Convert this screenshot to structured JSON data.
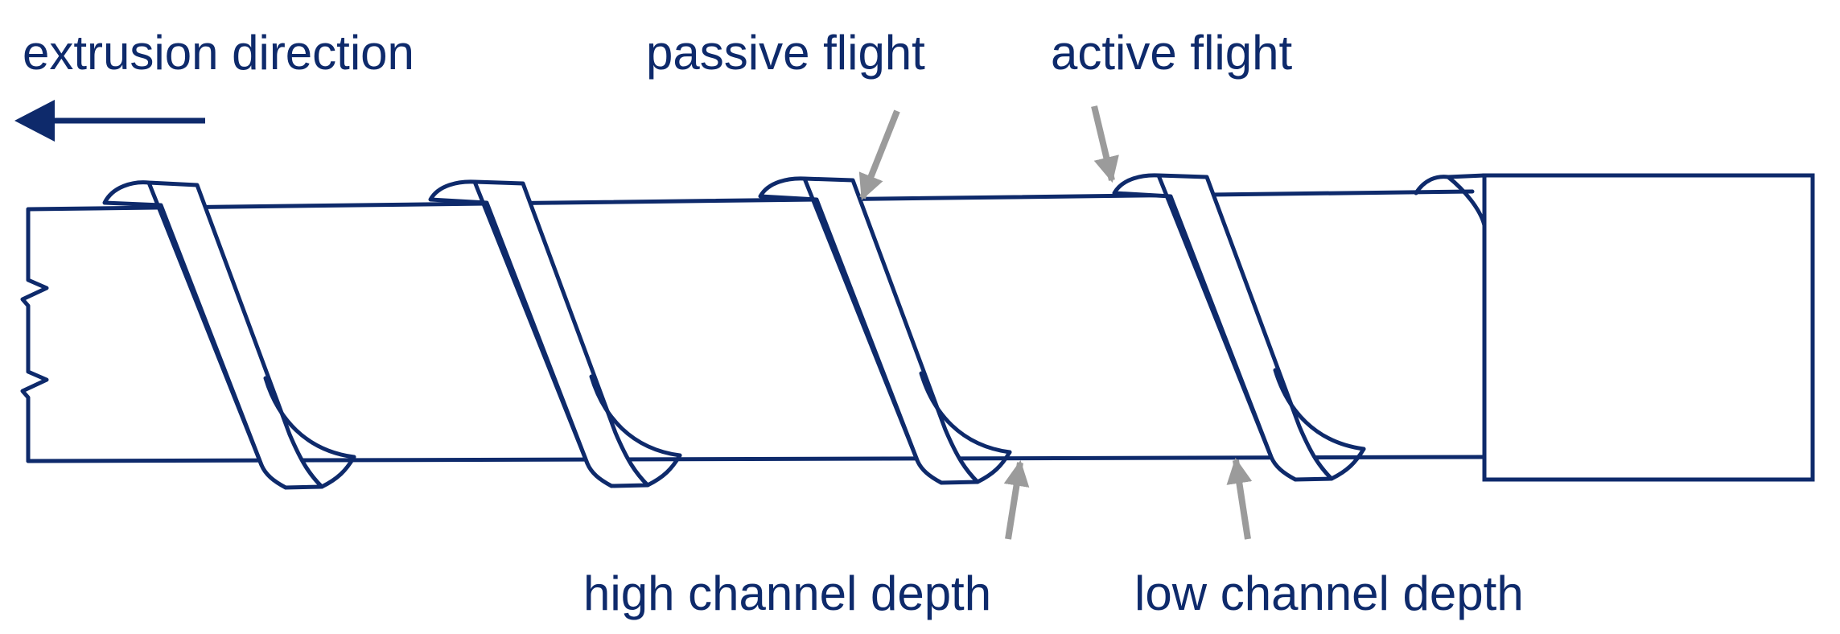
{
  "labels": {
    "extrusion_direction": "extrusion direction",
    "passive_flight": "passive flight",
    "active_flight": "active flight",
    "high_channel_depth": "high channel depth",
    "low_channel_depth": "low channel depth"
  },
  "colors": {
    "outline": "#0e2a6b",
    "text": "#0e2a6b",
    "pointer_arrow": "#9b9b9b",
    "background": "#ffffff"
  }
}
